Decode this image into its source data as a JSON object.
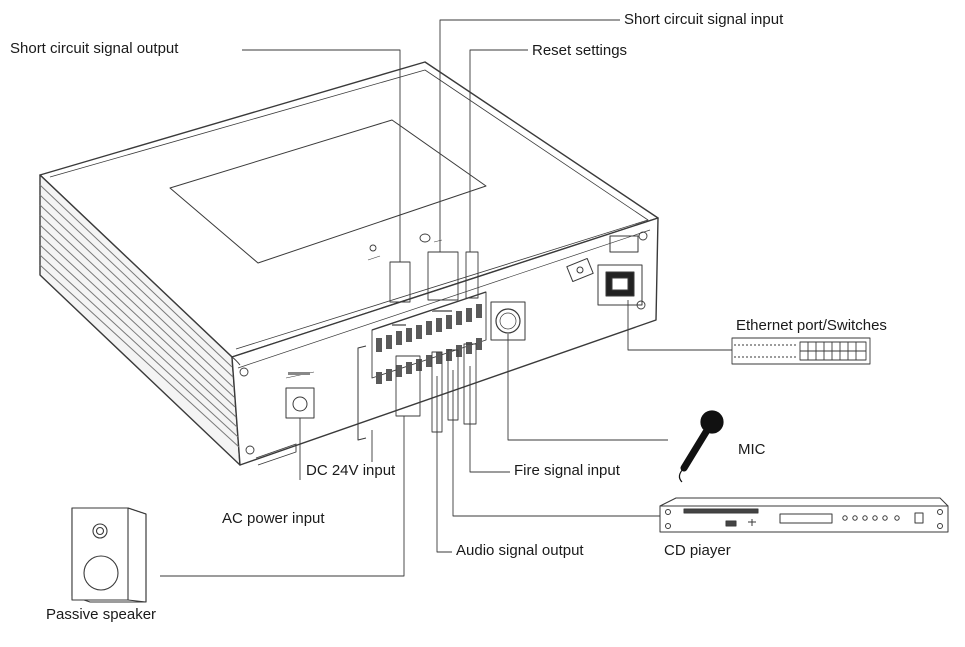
{
  "labels": {
    "short_circuit_output": "Short circuit signal output",
    "short_circuit_input": "Short circuit signal input",
    "reset_settings": "Reset settings",
    "ethernet": "Ethernet port/Switches",
    "mic": "MIC",
    "fire_signal": "Fire signal input",
    "dc_input": "DC 24V input",
    "ac_power": "AC power input",
    "audio_output": "Audio signal output",
    "cd_player": "CD piayer",
    "passive_speaker": "Passive speaker"
  },
  "colors": {
    "line": "#3a3a3a",
    "body_fill": "#ffffff",
    "side_fill": "#f2f2f2",
    "rib": "#7a7a7a",
    "terminal": "#5a5a5a",
    "mic": "#111111"
  }
}
